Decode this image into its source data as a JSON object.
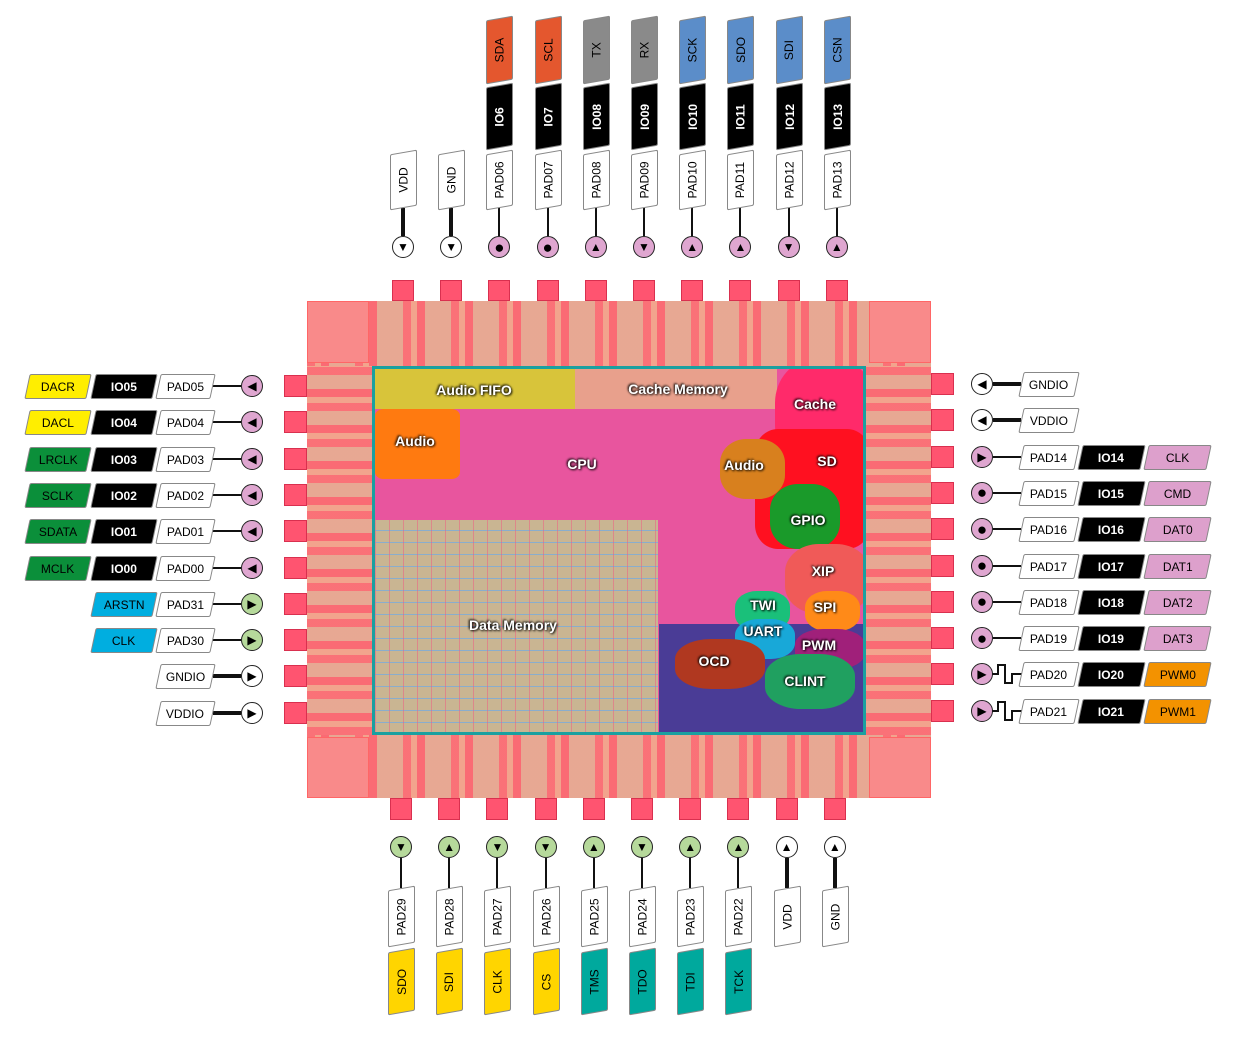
{
  "colors": {
    "power": "#ffffff",
    "pink": "#dfa6d0",
    "green": "#b6d99b",
    "i2c": "#e4572e",
    "uart": "#8a8a8a",
    "spi": "#5b8dc9",
    "audio_dac": "#ffee00",
    "audio_i2s": "#0b8f3a",
    "sys": "#00aee0",
    "sd": "#dda0cc",
    "pwm": "#f39200",
    "flash": "#ffd500",
    "jtag": "#00a99d"
  },
  "pins": {
    "top": [
      {
        "pad": "VDD",
        "icon": "down",
        "fill": "power",
        "power": true
      },
      {
        "pad": "GND",
        "icon": "down",
        "fill": "power",
        "power": true
      },
      {
        "pad": "PAD06",
        "io": "IO6",
        "function": "SDA",
        "fc": "i2c",
        "icon": "dot",
        "fill": "pink"
      },
      {
        "pad": "PAD07",
        "io": "IO7",
        "function": "SCL",
        "fc": "i2c",
        "icon": "dot",
        "fill": "pink"
      },
      {
        "pad": "PAD08",
        "io": "IO08",
        "function": "TX",
        "fc": "uart",
        "icon": "up",
        "fill": "pink"
      },
      {
        "pad": "PAD09",
        "io": "IO09",
        "function": "RX",
        "fc": "uart",
        "icon": "down",
        "fill": "pink"
      },
      {
        "pad": "PAD10",
        "io": "IO10",
        "function": "SCK",
        "fc": "spi",
        "icon": "up",
        "fill": "pink"
      },
      {
        "pad": "PAD11",
        "io": "IO11",
        "function": "SDO",
        "fc": "spi",
        "icon": "up",
        "fill": "pink"
      },
      {
        "pad": "PAD12",
        "io": "IO12",
        "function": "SDI",
        "fc": "spi",
        "icon": "down",
        "fill": "pink"
      },
      {
        "pad": "PAD13",
        "io": "IO13",
        "function": "CSN",
        "fc": "spi",
        "icon": "up",
        "fill": "pink"
      }
    ],
    "bottom": [
      {
        "pad": "PAD29",
        "function": "SDO",
        "fc": "flash",
        "icon": "down",
        "fill": "green"
      },
      {
        "pad": "PAD28",
        "function": "SDI",
        "fc": "flash",
        "icon": "up",
        "fill": "green"
      },
      {
        "pad": "PAD27",
        "function": "CLK",
        "fc": "flash",
        "icon": "down",
        "fill": "green"
      },
      {
        "pad": "PAD26",
        "function": "CS",
        "fc": "flash",
        "icon": "down",
        "fill": "green"
      },
      {
        "pad": "PAD25",
        "function": "TMS",
        "fc": "jtag",
        "icon": "up",
        "fill": "green"
      },
      {
        "pad": "PAD24",
        "function": "TDO",
        "fc": "jtag",
        "icon": "down",
        "fill": "green"
      },
      {
        "pad": "PAD23",
        "function": "TDI",
        "fc": "jtag",
        "icon": "up",
        "fill": "green"
      },
      {
        "pad": "PAD22",
        "function": "TCK",
        "fc": "jtag",
        "icon": "up",
        "fill": "green"
      },
      {
        "pad": "VDD",
        "icon": "up",
        "fill": "power",
        "power": true
      },
      {
        "pad": "GND",
        "icon": "up",
        "fill": "power",
        "power": true
      }
    ],
    "left": [
      {
        "pad": "PAD05",
        "io": "IO05",
        "function": "DACR",
        "fc": "audio_dac",
        "icon": "left",
        "fill": "pink"
      },
      {
        "pad": "PAD04",
        "io": "IO04",
        "function": "DACL",
        "fc": "audio_dac",
        "icon": "left",
        "fill": "pink"
      },
      {
        "pad": "PAD03",
        "io": "IO03",
        "function": "LRCLK",
        "fc": "audio_i2s",
        "icon": "left",
        "fill": "pink"
      },
      {
        "pad": "PAD02",
        "io": "IO02",
        "function": "SCLK",
        "fc": "audio_i2s",
        "icon": "left",
        "fill": "pink"
      },
      {
        "pad": "PAD01",
        "io": "IO01",
        "function": "SDATA",
        "fc": "audio_i2s",
        "icon": "left",
        "fill": "pink"
      },
      {
        "pad": "PAD00",
        "io": "IO00",
        "function": "MCLK",
        "fc": "audio_i2s",
        "icon": "left",
        "fill": "pink"
      },
      {
        "pad": "PAD31",
        "function": "ARSTN",
        "fc": "sys",
        "icon": "right",
        "fill": "green"
      },
      {
        "pad": "PAD30",
        "function": "CLK",
        "fc": "sys",
        "icon": "right",
        "fill": "green"
      },
      {
        "pad": "GNDIO",
        "icon": "right",
        "fill": "power",
        "power": true
      },
      {
        "pad": "VDDIO",
        "icon": "right",
        "fill": "power",
        "power": true
      }
    ],
    "right": [
      {
        "pad": "GNDIO",
        "icon": "left",
        "fill": "power",
        "power": true
      },
      {
        "pad": "VDDIO",
        "icon": "left",
        "fill": "power",
        "power": true
      },
      {
        "pad": "PAD14",
        "io": "IO14",
        "function": "CLK",
        "fc": "sd",
        "icon": "right",
        "fill": "pink"
      },
      {
        "pad": "PAD15",
        "io": "IO15",
        "function": "CMD",
        "fc": "sd",
        "icon": "dot",
        "fill": "pink"
      },
      {
        "pad": "PAD16",
        "io": "IO16",
        "function": "DAT0",
        "fc": "sd",
        "icon": "dot",
        "fill": "pink"
      },
      {
        "pad": "PAD17",
        "io": "IO17",
        "function": "DAT1",
        "fc": "sd",
        "icon": "dot",
        "fill": "pink"
      },
      {
        "pad": "PAD18",
        "io": "IO18",
        "function": "DAT2",
        "fc": "sd",
        "icon": "dot",
        "fill": "pink"
      },
      {
        "pad": "PAD19",
        "io": "IO19",
        "function": "DAT3",
        "fc": "sd",
        "icon": "dot",
        "fill": "pink"
      },
      {
        "pad": "PAD20",
        "io": "IO20",
        "function": "PWM0",
        "fc": "pwm",
        "icon": "right",
        "fill": "pink",
        "wave": true
      },
      {
        "pad": "PAD21",
        "io": "IO21",
        "function": "PWM1",
        "fc": "pwm",
        "icon": "right",
        "fill": "pink",
        "wave": true
      }
    ]
  },
  "chip": {
    "regions": [
      {
        "name": "audio-fifo",
        "label": "Audio FIFO"
      },
      {
        "name": "cache-memory",
        "label": "Cache Memory"
      },
      {
        "name": "cache",
        "label": "Cache"
      },
      {
        "name": "audio-left",
        "label": "Audio"
      },
      {
        "name": "cpu",
        "label": "CPU"
      },
      {
        "name": "audio-right",
        "label": "Audio"
      },
      {
        "name": "sd",
        "label": "SD"
      },
      {
        "name": "gpio",
        "label": "GPIO"
      },
      {
        "name": "xip",
        "label": "XIP"
      },
      {
        "name": "twi",
        "label": "TWI"
      },
      {
        "name": "spi",
        "label": "SPI"
      },
      {
        "name": "uart",
        "label": "UART"
      },
      {
        "name": "pwm",
        "label": "PWM"
      },
      {
        "name": "ocd",
        "label": "OCD"
      },
      {
        "name": "clint",
        "label": "CLINT"
      },
      {
        "name": "data-memory",
        "label": "Data Memory"
      }
    ]
  }
}
